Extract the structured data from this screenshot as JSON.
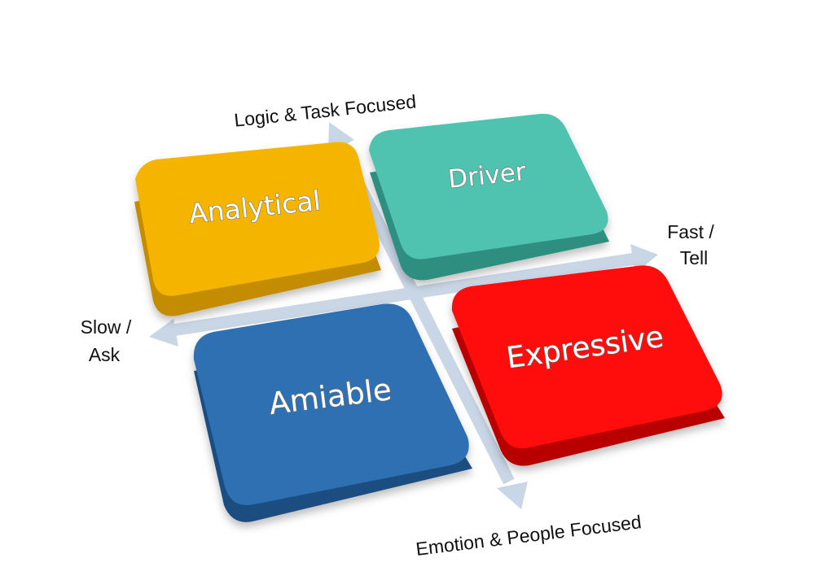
{
  "axes": {
    "top_label": "Logic & Task Focused",
    "bottom_label": "Emotion & People Focused",
    "right_label": {
      "line1": "Fast /",
      "line2": "Tell"
    },
    "left_label": {
      "line1": "Slow /",
      "line2": "Ask"
    },
    "arrow_color": "#c9d6e6"
  },
  "quadrants": {
    "analytical": {
      "label": "Analytical",
      "color": "#f4b400",
      "side_color": "#c48c00"
    },
    "driver": {
      "label": "Driver",
      "color": "#4fc3b0",
      "side_color": "#2f8f80"
    },
    "amiable": {
      "label": "Amiable",
      "color": "#2e6fb1",
      "side_color": "#1d4d80"
    },
    "expressive": {
      "label": "Expressive",
      "color": "#ff1010",
      "side_color": "#b80000"
    }
  }
}
